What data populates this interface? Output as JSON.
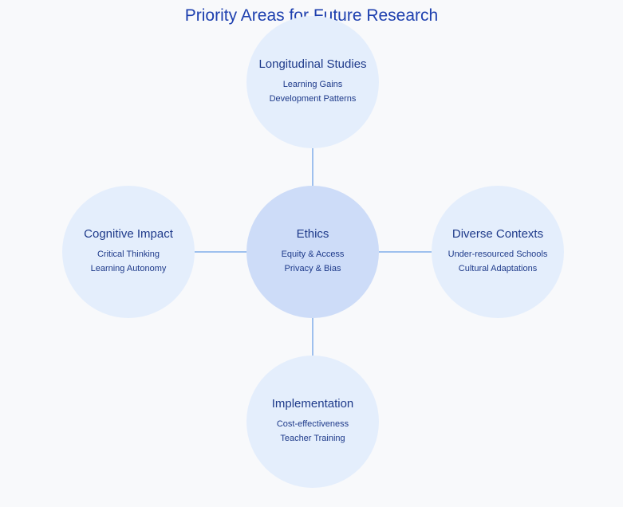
{
  "title": "Priority Areas for Future Research",
  "colors": {
    "title": "#1e40af",
    "node_fill": "#e4eefc",
    "center_fill": "#cddcf8",
    "connector": "#9ec0ee",
    "text": "#1e3a8a"
  },
  "nodes": {
    "center": {
      "title": "Ethics",
      "items": [
        "Equity & Access",
        "Privacy & Bias"
      ]
    },
    "top": {
      "title": "Longitudinal Studies",
      "items": [
        "Learning Gains",
        "Development Patterns"
      ]
    },
    "left": {
      "title": "Cognitive Impact",
      "items": [
        "Critical Thinking",
        "Learning Autonomy"
      ]
    },
    "right": {
      "title": "Diverse Contexts",
      "items": [
        "Under-resourced Schools",
        "Cultural Adaptations"
      ]
    },
    "bottom": {
      "title": "Implementation",
      "items": [
        "Cost-effectiveness",
        "Teacher Training"
      ]
    }
  }
}
